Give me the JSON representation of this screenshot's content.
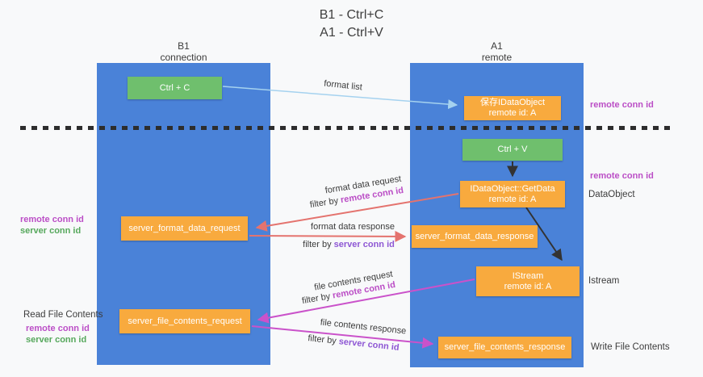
{
  "title": {
    "line1": "B1 - Ctrl+C",
    "line2": "A1 - Ctrl+V"
  },
  "columns": {
    "left": {
      "name": "B1",
      "subtitle": "connection"
    },
    "right": {
      "name": "A1",
      "subtitle": "remote"
    }
  },
  "nodes": {
    "ctrl_c": {
      "label": "Ctrl + C"
    },
    "save_dataobject": {
      "line1": "保存IDataObject",
      "line2": "remote id: A"
    },
    "ctrl_v": {
      "label": "Ctrl + V"
    },
    "getdata": {
      "line1": "IDataObject::GetData",
      "line2": "remote id: A"
    },
    "server_format_data_request": {
      "label": "server_format_data_request"
    },
    "server_format_data_response": {
      "label": "server_format_data_response"
    },
    "istream": {
      "line1": "IStream",
      "line2": "remote id: A"
    },
    "server_file_contents_request": {
      "label": "server_file_contents_request"
    },
    "server_file_contents_response": {
      "label": "server_file_contents_response"
    }
  },
  "arrows": {
    "format_list": {
      "label": "format list"
    },
    "format_data_request": {
      "label": "format data request",
      "filter_prefix": "filter by ",
      "filter_key": "remote conn id"
    },
    "format_data_response": {
      "label": "format data response",
      "filter_prefix": "filter by ",
      "filter_key": "server conn id"
    },
    "file_contents_request": {
      "label": "file contents request",
      "filter_prefix": "filter by ",
      "filter_key": "remote conn id"
    },
    "file_contents_response": {
      "label": "file contents response",
      "filter_prefix": "filter by ",
      "filter_key": "server conn id"
    }
  },
  "margin_labels": {
    "right_remote_conn_id_top": "remote conn id",
    "right_remote_conn_id_mid": "remote conn id",
    "dataobject": "DataObject",
    "istream": "Istream",
    "write_file_contents": "Write File Contents",
    "left_remote_conn_id_mid": "remote conn id",
    "left_server_conn_id_mid": "server conn id",
    "read_file_contents": "Read File Contents",
    "left_remote_conn_id_bottom": "remote conn id",
    "left_server_conn_id_bottom": "server conn id"
  },
  "colors": {
    "background": "#f8f9fa",
    "column_blue": "#4a82d8",
    "node_green": "#6fbf6d",
    "node_orange": "#f8aa3e",
    "arrow_light_blue": "#a5d2ef",
    "arrow_salmon": "#e4736e",
    "arrow_magenta": "#ca52ca",
    "arrow_black": "#333333",
    "label_magenta": "#bb4ec6",
    "label_violet": "#8e57d4",
    "label_green": "#56a85c",
    "dash_line": "#2d2d2d"
  }
}
